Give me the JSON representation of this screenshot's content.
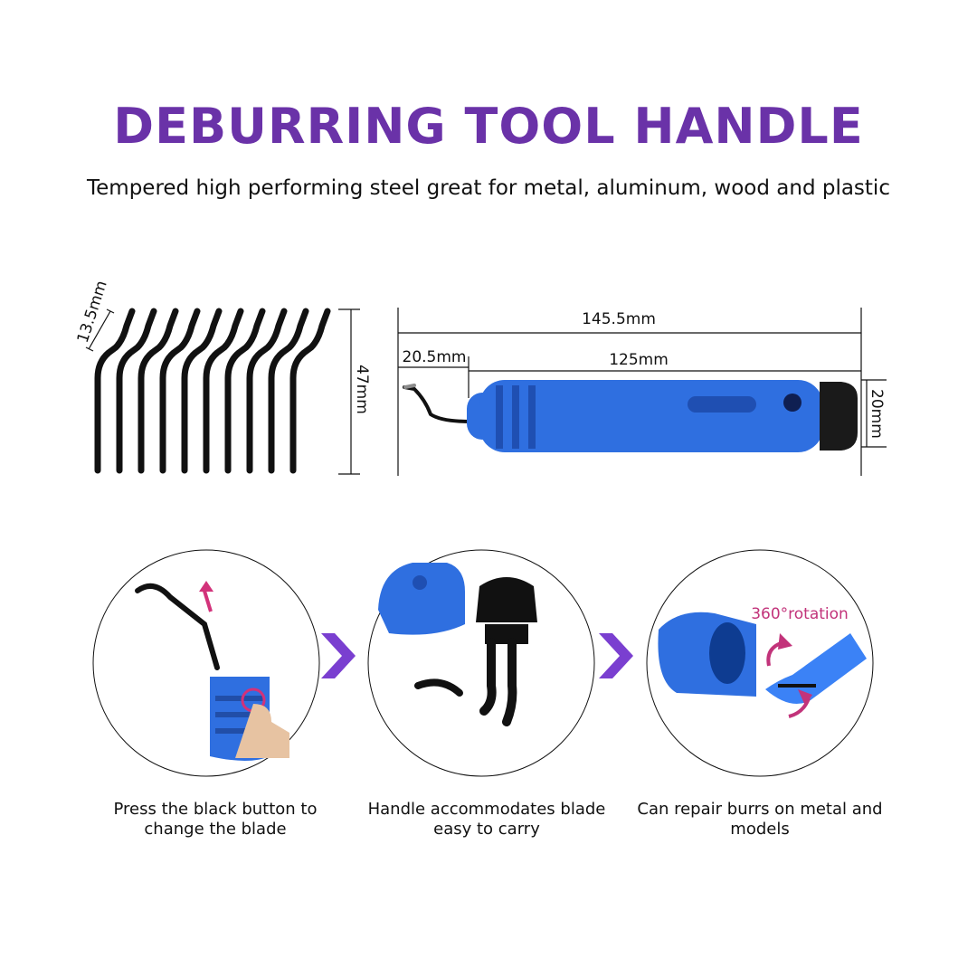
{
  "header": {
    "title": "DEBURRING TOOL HANDLE",
    "subtitle": "Tempered high performing steel great for metal, aluminum, wood and plastic"
  },
  "dimensions": {
    "blade_width": "13.5mm",
    "blade_height": "47mm",
    "total_length": "145.5mm",
    "blade_length": "20.5mm",
    "handle_length": "125mm",
    "handle_diameter": "20mm"
  },
  "steps": [
    {
      "caption": "Press the black button to\nchange the blade"
    },
    {
      "caption": "Handle accommodates blade\neasy to carry",
      "visual_label": ""
    },
    {
      "caption": "Can repair burrs on metal and models",
      "visual_label": "360°rotation"
    }
  ],
  "colors": {
    "title": "#6a32a8",
    "handle_blue": "#2f6fe0",
    "arrow_purple": "#7a3fd0",
    "rotation_pink": "#c2337a"
  },
  "icons": [
    "blade-icon",
    "handle-icon",
    "arrow-right-icon",
    "rotation-arrow-icon"
  ]
}
